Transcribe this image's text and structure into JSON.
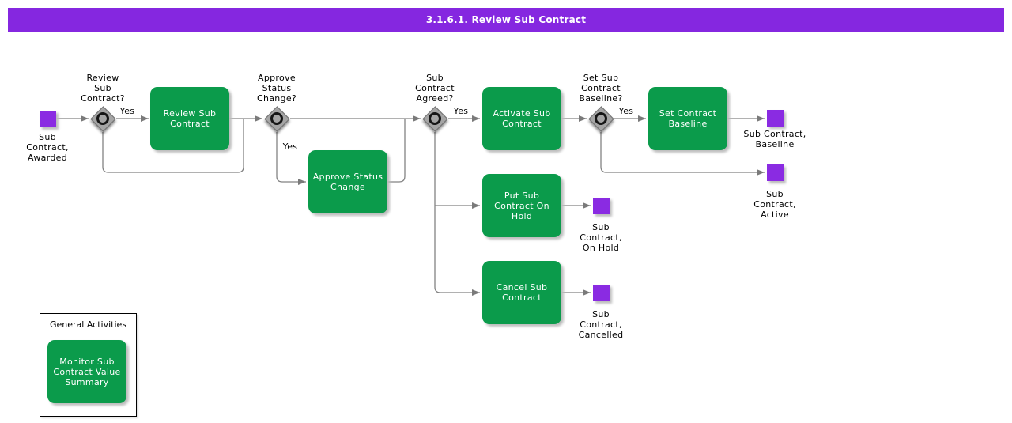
{
  "title_bar": {
    "text": "3.1.6.1. Review Sub Contract"
  },
  "colors": {
    "title_bar_bg": "#8527E0",
    "task_green": "#0B9B4B",
    "event_purple": "#8A2BE2",
    "connector_gray": "#808080",
    "gateway_gray": "#A5A5A5"
  },
  "tasks": {
    "review_sub_contract": {
      "label": "Review Sub\nContract"
    },
    "approve_status_change": {
      "label": "Approve Status\nChange"
    },
    "activate_sub_contract": {
      "label": "Activate Sub\nContract"
    },
    "set_contract_baseline": {
      "label": "Set Contract\nBaseline"
    },
    "put_sub_contract_on_hold": {
      "label": "Put Sub\nContract On\nHold"
    },
    "cancel_sub_contract": {
      "label": "Cancel Sub\nContract"
    },
    "monitor_sub_contract_value_summary": {
      "label": "Monitor Sub\nContract Value\nSummary"
    }
  },
  "gateways": {
    "review_sub_contract_q": {
      "label": "Review\nSub\nContract?"
    },
    "approve_status_change_q": {
      "label": "Approve\nStatus\nChange?"
    },
    "sub_contract_agreed_q": {
      "label": "Sub\nContract\nAgreed?"
    },
    "set_sub_contract_baseline_q": {
      "label": "Set Sub\nContract\nBaseline?"
    }
  },
  "events": {
    "awarded": {
      "label": "Sub\nContract,\nAwarded"
    },
    "baseline": {
      "label": "Sub Contract,\nBaseline"
    },
    "active": {
      "label": "Sub\nContract,\nActive"
    },
    "on_hold": {
      "label": "Sub\nContract,\nOn Hold"
    },
    "cancelled": {
      "label": "Sub\nContract,\nCancelled"
    }
  },
  "edge_labels": {
    "yes1": "Yes",
    "yes2": "Yes",
    "yes3": "Yes",
    "yes4": "Yes"
  },
  "group": {
    "title": "General Activities"
  }
}
